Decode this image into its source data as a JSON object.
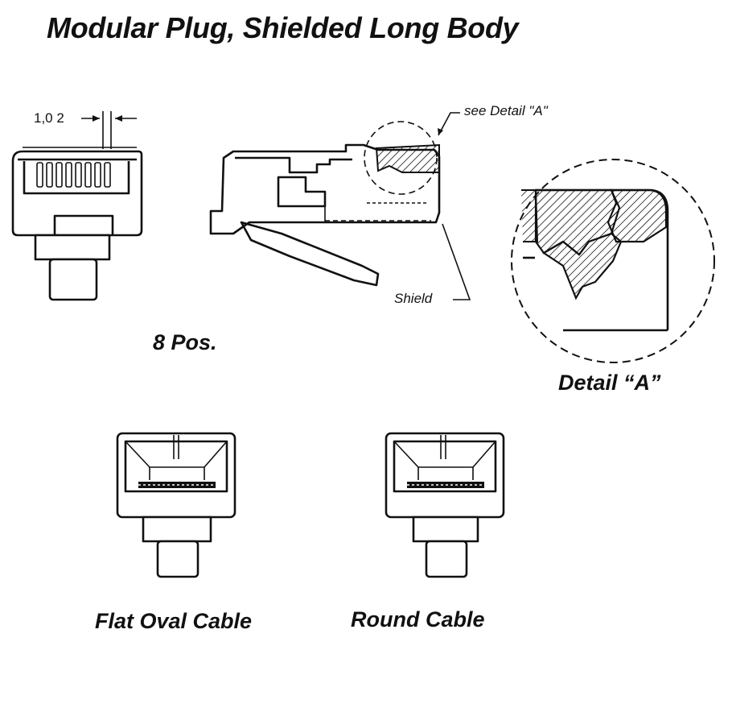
{
  "title": "Modular Plug, Shielded  Long Body",
  "labels": {
    "dimension": "1,0 2",
    "detail_ref": "see Detail \"A\"",
    "shield": "Shield",
    "positions": "8 Pos.",
    "detail_caption": "Detail “A”",
    "flat_cable": "Flat Oval Cable",
    "round_cable": "Round Cable"
  },
  "colors": {
    "ink": "#111111",
    "background": "#ffffff"
  }
}
